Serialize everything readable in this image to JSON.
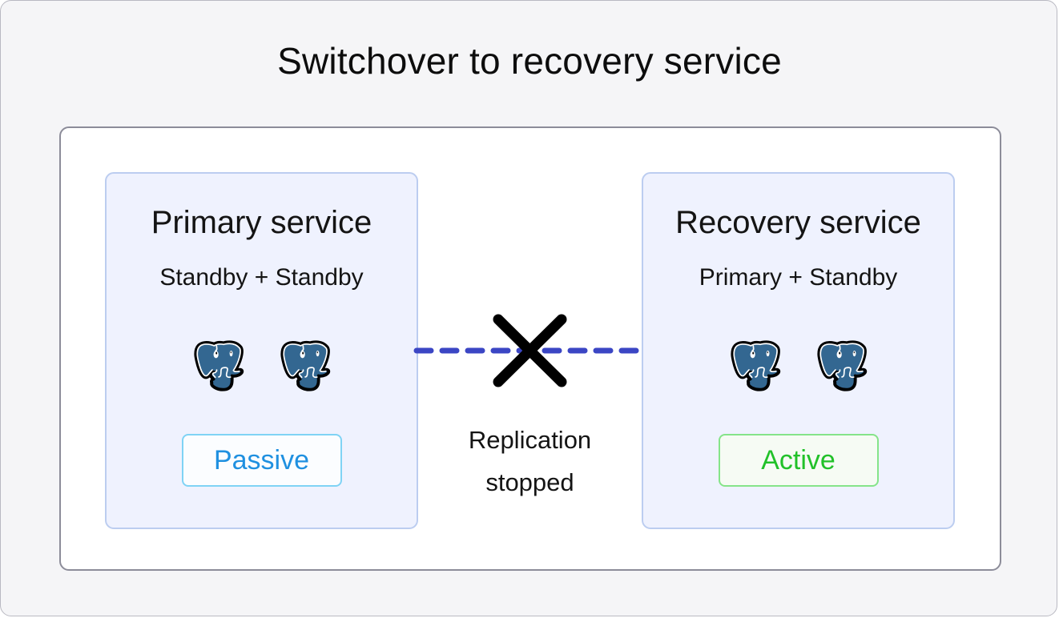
{
  "diagram": {
    "title": "Switchover to recovery service",
    "type": "architecture-diagram",
    "colors": {
      "page_background": "#f5f5f7",
      "panel_background": "#ffffff",
      "panel_border": "#8c8c99",
      "service_box_fill": "#eff2fe",
      "service_box_border": "#bccdf0",
      "replication_line": "#3b46c4",
      "cross_mark": "#000000",
      "passive_text": "#1f90e0",
      "passive_border": "#7fd3f5",
      "active_text": "#21c129",
      "active_border": "#85e489",
      "postgres_logo": "#336791"
    }
  },
  "services": [
    {
      "id": "primary-service",
      "title": "Primary service",
      "subtitle": "Standby + Standby",
      "nodes": [
        {
          "icon": "postgres-elephant-icon",
          "role": "Standby"
        },
        {
          "icon": "postgres-elephant-icon",
          "role": "Standby"
        }
      ],
      "status": {
        "label": "Passive",
        "variant": "passive"
      }
    },
    {
      "id": "recovery-service",
      "title": "Recovery service",
      "subtitle": "Primary + Standby",
      "nodes": [
        {
          "icon": "postgres-elephant-icon",
          "role": "Primary"
        },
        {
          "icon": "postgres-elephant-icon",
          "role": "Standby"
        }
      ],
      "status": {
        "label": "Active",
        "variant": "active"
      }
    }
  ],
  "link": {
    "icon": "cross-mark-icon",
    "style": "dashed",
    "label_line_1": "Replication",
    "label_line_2": "stopped"
  }
}
